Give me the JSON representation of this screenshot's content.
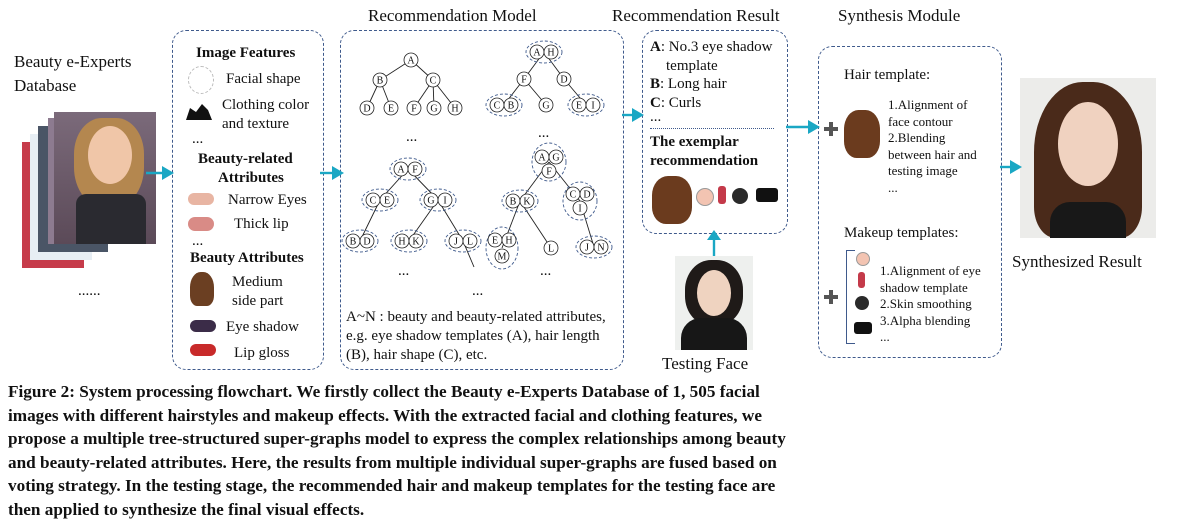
{
  "headers": {
    "model": "Recommendation Model",
    "result": "Recommendation Result",
    "synthesis": "Synthesis Module"
  },
  "database": {
    "title_line1": "Beauty e-Experts",
    "title_line2": "Database",
    "ellipsis": "......"
  },
  "features": {
    "image_features": "Image Features",
    "facial_shape": "Facial shape",
    "clothing_line1": "Clothing  color",
    "clothing_line2": "and texture",
    "dots1": "...",
    "beauty_related_line1": "Beauty-related",
    "beauty_related_line2": "Attributes",
    "narrow_eyes": "Narrow Eyes",
    "thick_lip": "Thick lip",
    "dots2": "...",
    "beauty_attributes": "Beauty Attributes",
    "medium_line1": "Medium",
    "medium_line2": "side part",
    "eye_shadow": "Eye shadow",
    "lip_gloss": "Lip gloss"
  },
  "model": {
    "tree1": [
      "A",
      "B",
      "C",
      "D",
      "E",
      "F",
      "G",
      "H"
    ],
    "tree2": [
      "A",
      "H",
      "F",
      "D",
      "C",
      "B",
      "G",
      "E",
      "I"
    ],
    "tree3": [
      "A",
      "F",
      "C",
      "E",
      "G",
      "I",
      "B",
      "D",
      "H",
      "K",
      "J",
      "L"
    ],
    "tree4": [
      "A",
      "G",
      "F",
      "B",
      "K",
      "C",
      "D",
      "I",
      "E",
      "H",
      "M",
      "L",
      "J",
      "N"
    ],
    "dots": "...",
    "note_line1": "A~N : beauty and beauty-related attributes,",
    "note_line2": "e.g. eye shadow templates (A), hair length",
    "note_line3": "(B), hair shape (C), etc."
  },
  "result": {
    "a_key": "A",
    "a_text": ": No.3 eye shadow",
    "a_text2": "template",
    "b_key": "B",
    "b_text": ": Long hair",
    "c_key": "C",
    "c_text": ": Curls",
    "dots": "...",
    "exemplar_line1": "The exemplar",
    "exemplar_line2": "recommendation",
    "testing_face": "Testing Face"
  },
  "synthesis": {
    "hair_template": "Hair template:",
    "hair_steps": [
      "1.Alignment of",
      "face contour",
      "2.Blending",
      "between hair and",
      "testing image",
      "..."
    ],
    "makeup_templates": "Makeup templates:",
    "makeup_steps": [
      "1.Alignment of eye",
      "shadow template",
      "2.Skin smoothing",
      "3.Alpha blending",
      "..."
    ],
    "synthesized_result": "Synthesized Result"
  },
  "caption": {
    "line1": "Figure 2:  System processing flowchart.  We firstly collect the Beauty e-Experts Database of 1, 505 facial",
    "line2": "images with different hairstyles and makeup effects.  With the extracted facial and clothing features, we",
    "line3": "propose a multiple tree-structured super-graphs model to express the complex relationships among beauty",
    "line4": "and beauty-related attributes.  Here, the results from multiple individual super-graphs are fused based on",
    "line5": "voting strategy.  In the testing stage, the recommended hair and makeup templates for the testing face are",
    "line6": "then applied to synthesize the final visual effects."
  },
  "colors": {
    "arrow": "#1aa7c4",
    "box_border": "#3f5a8c",
    "node_border": "#3f5a8c"
  }
}
